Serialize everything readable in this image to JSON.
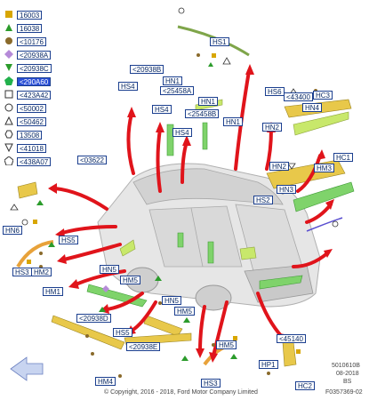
{
  "legend": [
    {
      "symbol": "square",
      "color": "#d8a600",
      "label": "16003",
      "highlight": false
    },
    {
      "symbol": "triangle-up",
      "color": "#2b9b2b",
      "label": "16038",
      "highlight": false
    },
    {
      "symbol": "circle",
      "color": "#8a6a2b",
      "label": "<10176",
      "highlight": false
    },
    {
      "symbol": "diamond",
      "color": "#b58ad8",
      "label": "<20938A",
      "highlight": false
    },
    {
      "symbol": "triangle-down",
      "color": "#2b9b2b",
      "label": "<20938C",
      "highlight": false
    },
    {
      "symbol": "pentagon",
      "color": "#22b14c",
      "label": "<290A60",
      "highlight": true
    },
    {
      "symbol": "square-outline",
      "color": "#333333",
      "label": "<423A42",
      "highlight": false
    },
    {
      "symbol": "circle-outline",
      "color": "#333333",
      "label": "<50002",
      "highlight": false
    },
    {
      "symbol": "triangle-outline",
      "color": "#333333",
      "label": "<50462",
      "highlight": false
    },
    {
      "symbol": "hexagon-outline",
      "color": "#333333",
      "label": "13508",
      "highlight": false
    },
    {
      "symbol": "triangle-down-outline",
      "color": "#333333",
      "label": "<41018",
      "highlight": false
    },
    {
      "symbol": "pentagon-outline",
      "color": "#333333",
      "label": "<438A07",
      "highlight": false
    }
  ],
  "callouts": {
    "hs1": "HS1",
    "c20938b": "<20938B",
    "hn1_a": "HN1",
    "hs4_a": "HS4",
    "c25458a": "<25458A",
    "hn1_b": "HN1",
    "hs4_b": "HS4",
    "c25458b": "<25458B",
    "hn1_c": "HN1",
    "hs4_c": "HS4",
    "hs6": "HS6",
    "c43400": "<43400",
    "hc3": "HC3",
    "hn4": "HN4",
    "hn2_a": "HN2",
    "hc1": "HC1",
    "c03622": "<03622",
    "hn2_b": "HN2",
    "hm3": "HM3",
    "hs2": "HS2",
    "hn3": "HN3",
    "hn6": "HN6",
    "hs5_a": "HS5",
    "hs3_a": "HS3",
    "hm2": "HM2",
    "hn5_a": "HN5",
    "hm5_a": "HM5",
    "hm1": "HM1",
    "hn5_b": "HN5",
    "hm5_b": "HM5",
    "c20938d": "<20938D",
    "hs5_b": "HS5",
    "c20938e": "<20938E",
    "c45140": "<45140",
    "hm5_c": "HM5",
    "hp1": "HP1",
    "hm4": "HM4",
    "hs3_b": "HS3",
    "hc2": "HC2"
  },
  "footer": {
    "code1": "5010610B",
    "code2": "08-2018",
    "code3": "BS",
    "copyright": "© Copyright, 2016 - 2018, Ford Motor Company Limited",
    "figure_id": "F0357369-02"
  },
  "colors": {
    "arrow": "#e0141b",
    "tag_border": "#1b3f8f",
    "highlight": "#2a4fd6",
    "car_body": "#e2e2e2",
    "part_green": "#7fd36b",
    "part_yellow": "#e8c84a"
  }
}
